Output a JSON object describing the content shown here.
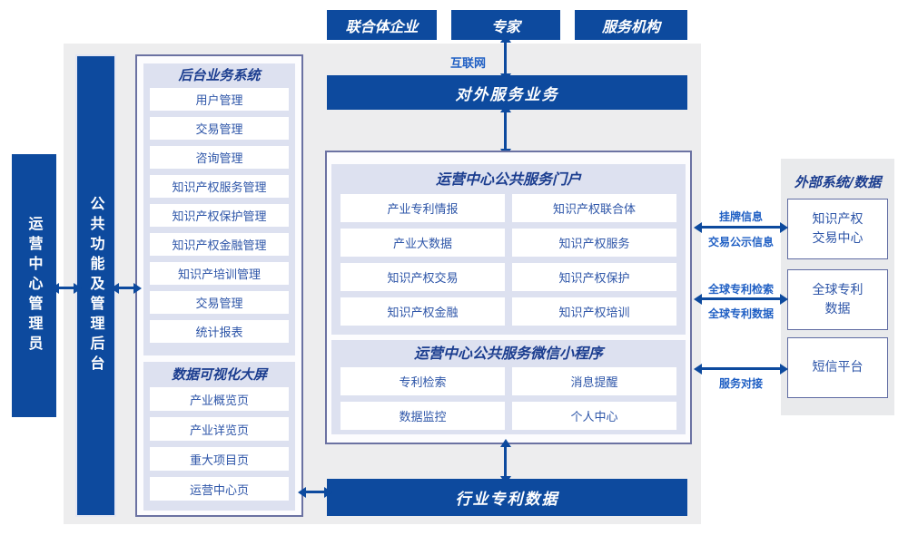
{
  "colors": {
    "primary_blue": "#0d4a9e",
    "panel_lavender": "#dde1f0",
    "canvas_gray": "#ededee",
    "border_slate": "#6b72a2",
    "item_text_blue": "#2d55a8",
    "label_blue": "#1f5fc4"
  },
  "top_actors": {
    "items": [
      "联合体企业",
      "专家",
      "服务机构"
    ]
  },
  "internet": {
    "label": "互联网"
  },
  "bars": {
    "external_service": "对外服务业务",
    "industry_patent_data": "行业专利数据"
  },
  "left_rail": {
    "operator_label": "运营中心管理员",
    "admin_backend_label": "公共功能及管理后台"
  },
  "backend_panel": {
    "title": "后台业务系统",
    "items": [
      "用户管理",
      "交易管理",
      "咨询管理",
      "知识产权服务管理",
      "知识产权保护管理",
      "知识产权金融管理",
      "知识产培训管理",
      "交易管理",
      "统计报表"
    ]
  },
  "dashboard_panel": {
    "title": "数据可视化大屏",
    "items": [
      "产业概览页",
      "产业详览页",
      "重大项目页",
      "运营中心页"
    ]
  },
  "portal_panel": {
    "title": "运营中心公共服务门户",
    "items": [
      "产业专利情报",
      "知识产权联合体",
      "产业大数据",
      "知识产权服务",
      "知识产权交易",
      "知识产权保护",
      "知识产权金融",
      "知识产权培训"
    ]
  },
  "miniapp_panel": {
    "title": "运营中心公共服务微信小程序",
    "items": [
      "专利检索",
      "消息提醒",
      "数据监控",
      "个人中心"
    ]
  },
  "external_systems": {
    "title": "外部系统/数据",
    "boxes": [
      {
        "lines": [
          "知识产权",
          "交易中心"
        ]
      },
      {
        "lines": [
          "全球专利",
          "数据"
        ]
      },
      {
        "lines": [
          "短信平台"
        ]
      }
    ],
    "links": [
      {
        "top_label": "挂牌信息",
        "bottom_label": "交易公示信息"
      },
      {
        "top_label": "全球专利检索",
        "bottom_label": "全球专利数据"
      },
      {
        "top_label": "",
        "bottom_label": "服务对接"
      }
    ]
  }
}
